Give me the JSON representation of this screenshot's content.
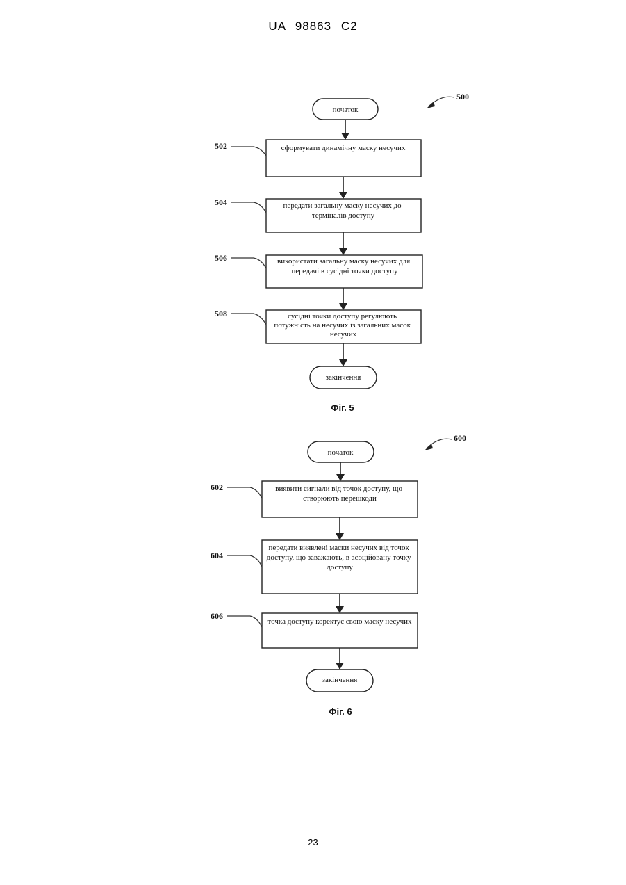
{
  "header": {
    "doc_id": "UA   98863   C2"
  },
  "page_number": "23",
  "figure5": {
    "ref": "500",
    "start": "початок",
    "end": "закінчення",
    "caption": "Фіг. 5",
    "steps": [
      {
        "ref": "502",
        "lines": [
          "сформувати динамічну маску несучих"
        ]
      },
      {
        "ref": "504",
        "lines": [
          "передати загальну маску несучих до",
          "терміналів доступу"
        ]
      },
      {
        "ref": "506",
        "lines": [
          "використати загальну маску несучих для",
          "передачі в сусідні точки доступу"
        ]
      },
      {
        "ref": "508",
        "lines": [
          "сусідні точки доступу регулюють",
          "потужність на несучих із загальних масок",
          "несучих"
        ]
      }
    ]
  },
  "figure6": {
    "ref": "600",
    "start": "початок",
    "end": "закінчення",
    "caption": "Фіг. 6",
    "steps": [
      {
        "ref": "602",
        "lines": [
          "виявити сигнали від точок доступу, що",
          "створюють перешкоди"
        ]
      },
      {
        "ref": "604",
        "lines": [
          "передати виявлені маски несучих від точок",
          "доступу, що заважають, в асоційовану точку",
          "доступу"
        ]
      },
      {
        "ref": "606",
        "lines": [
          "точка доступу коректує свою маску несучих"
        ]
      }
    ]
  }
}
